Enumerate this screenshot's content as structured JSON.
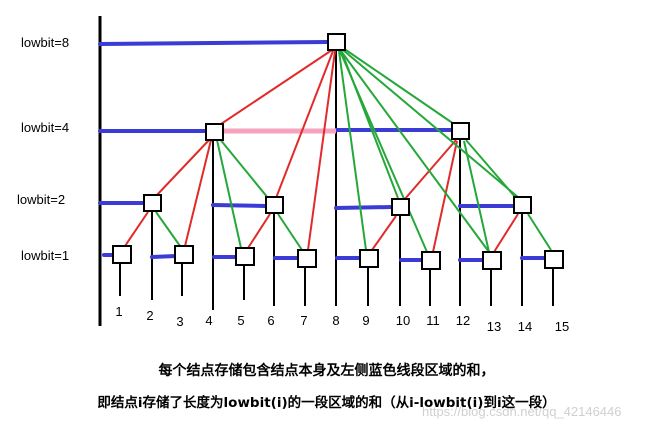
{
  "levels": [
    {
      "label": "lowbit=8"
    },
    {
      "label": "lowbit=4"
    },
    {
      "label": "lowbit=2"
    },
    {
      "label": "lowbit=1"
    }
  ],
  "indices": [
    "1",
    "2",
    "3",
    "4",
    "5",
    "6",
    "7",
    "8",
    "9",
    "10",
    "11",
    "12",
    "13",
    "14",
    "15"
  ],
  "caption": {
    "line1": "每个结点存储包含结点本身及左侧蓝色线段区域的和，",
    "line2": "即结点i存储了长度为lowbit(i)的一段区域的和（从i-lowbit(i)到i这一段）"
  },
  "watermark": "https://blog.csdn.net/qq_42146446",
  "colors": {
    "segment": "#3b3bd6",
    "left_child_edge": "#e12b2b",
    "right_child_edge": "#25a83a",
    "highlight": "#f7a3bd",
    "node_border": "#000000"
  }
}
